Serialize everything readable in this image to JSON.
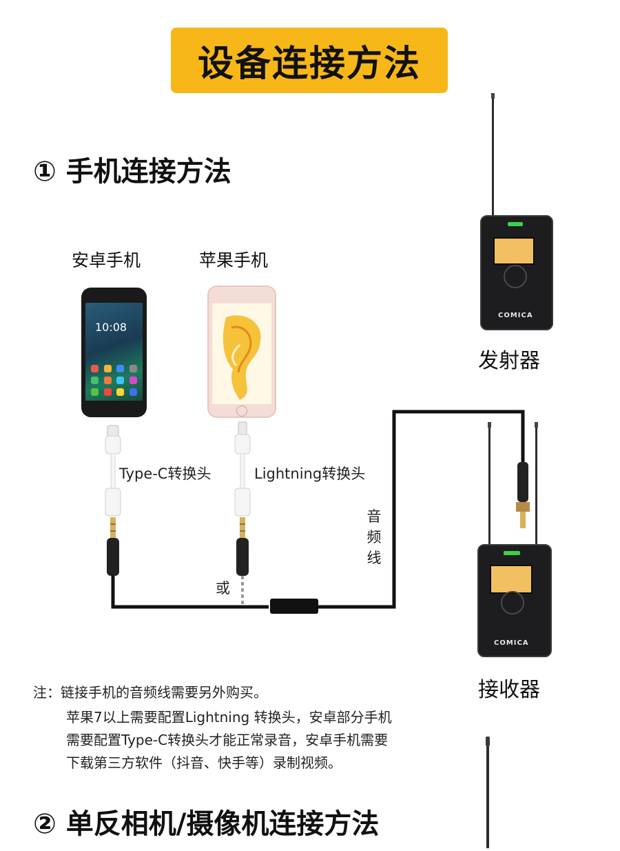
{
  "header": {
    "title": "设备连接方法"
  },
  "section1": {
    "title": "① 手机连接方法"
  },
  "phones": {
    "android_label": "安卓手机",
    "iphone_label": "苹果手机",
    "android_clock": "10:08",
    "android_adapter": "Type-C转换头",
    "iphone_adapter": "Lightning转换头",
    "or_label": "或"
  },
  "devices": {
    "transmitter_label": "发射器",
    "receiver_label": "接收器",
    "brand": "COMICA"
  },
  "cable": {
    "label_chars": [
      "音",
      "频",
      "线"
    ]
  },
  "note": {
    "lines": [
      "注：链接手机的音频线需要另外购买。",
      "苹果7以上需要配置Lightning 转换头，安卓部分手机",
      "需要配置Type-C转换头才能正常录音，安卓手机需要",
      "下载第三方软件（抖音、快手等）录制视频。"
    ]
  },
  "section2": {
    "title": "② 单反相机/摄像机连接方法"
  },
  "colors": {
    "banner": "#f7b718",
    "lcd": "#f2c063",
    "status_led": "#3bd14c"
  }
}
